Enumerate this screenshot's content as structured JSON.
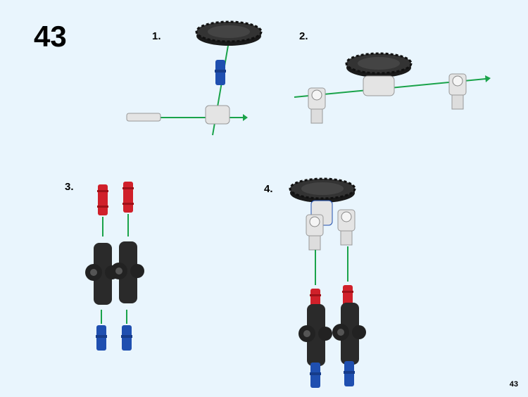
{
  "step_number": "43",
  "substeps": [
    "1.",
    "2.",
    "3.",
    "4."
  ],
  "page_number": "43",
  "colors": {
    "background": "#e9f5fd",
    "arrow": "#1aa34a",
    "gear": "#2b2b2b",
    "pin_blue": "#1f4fb0",
    "axle_red": "#d0202a",
    "connector": "#2a2a2a",
    "light_part": "#e4e4e4"
  }
}
